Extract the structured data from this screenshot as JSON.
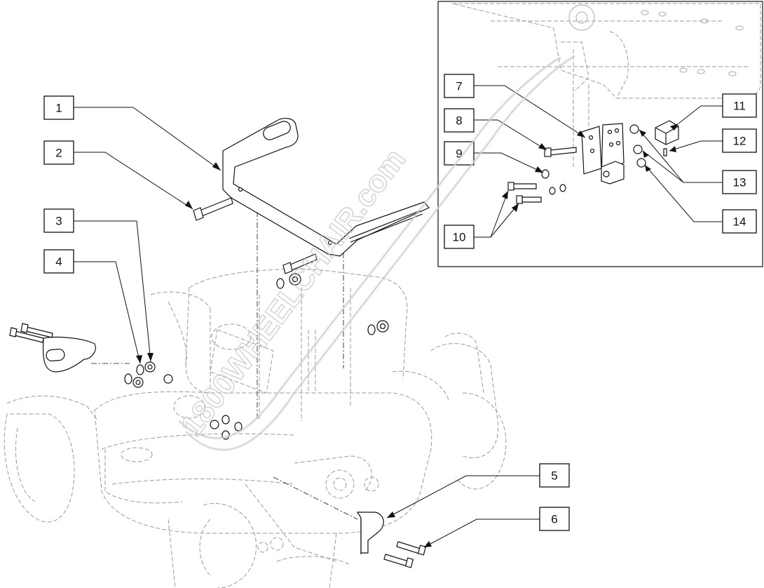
{
  "callouts": [
    {
      "id": "callout-1",
      "label": "1"
    },
    {
      "id": "callout-2",
      "label": "2"
    },
    {
      "id": "callout-3",
      "label": "3"
    },
    {
      "id": "callout-4",
      "label": "4"
    },
    {
      "id": "callout-5",
      "label": "5"
    },
    {
      "id": "callout-6",
      "label": "6"
    },
    {
      "id": "callout-7",
      "label": "7"
    },
    {
      "id": "callout-8",
      "label": "8"
    },
    {
      "id": "callout-9",
      "label": "9"
    },
    {
      "id": "callout-10",
      "label": "10"
    },
    {
      "id": "callout-11",
      "label": "11"
    },
    {
      "id": "callout-12",
      "label": "12"
    },
    {
      "id": "callout-13",
      "label": "13"
    },
    {
      "id": "callout-14",
      "label": "14"
    }
  ],
  "watermark": {
    "text": "1800WHEELCHAIR.com"
  }
}
